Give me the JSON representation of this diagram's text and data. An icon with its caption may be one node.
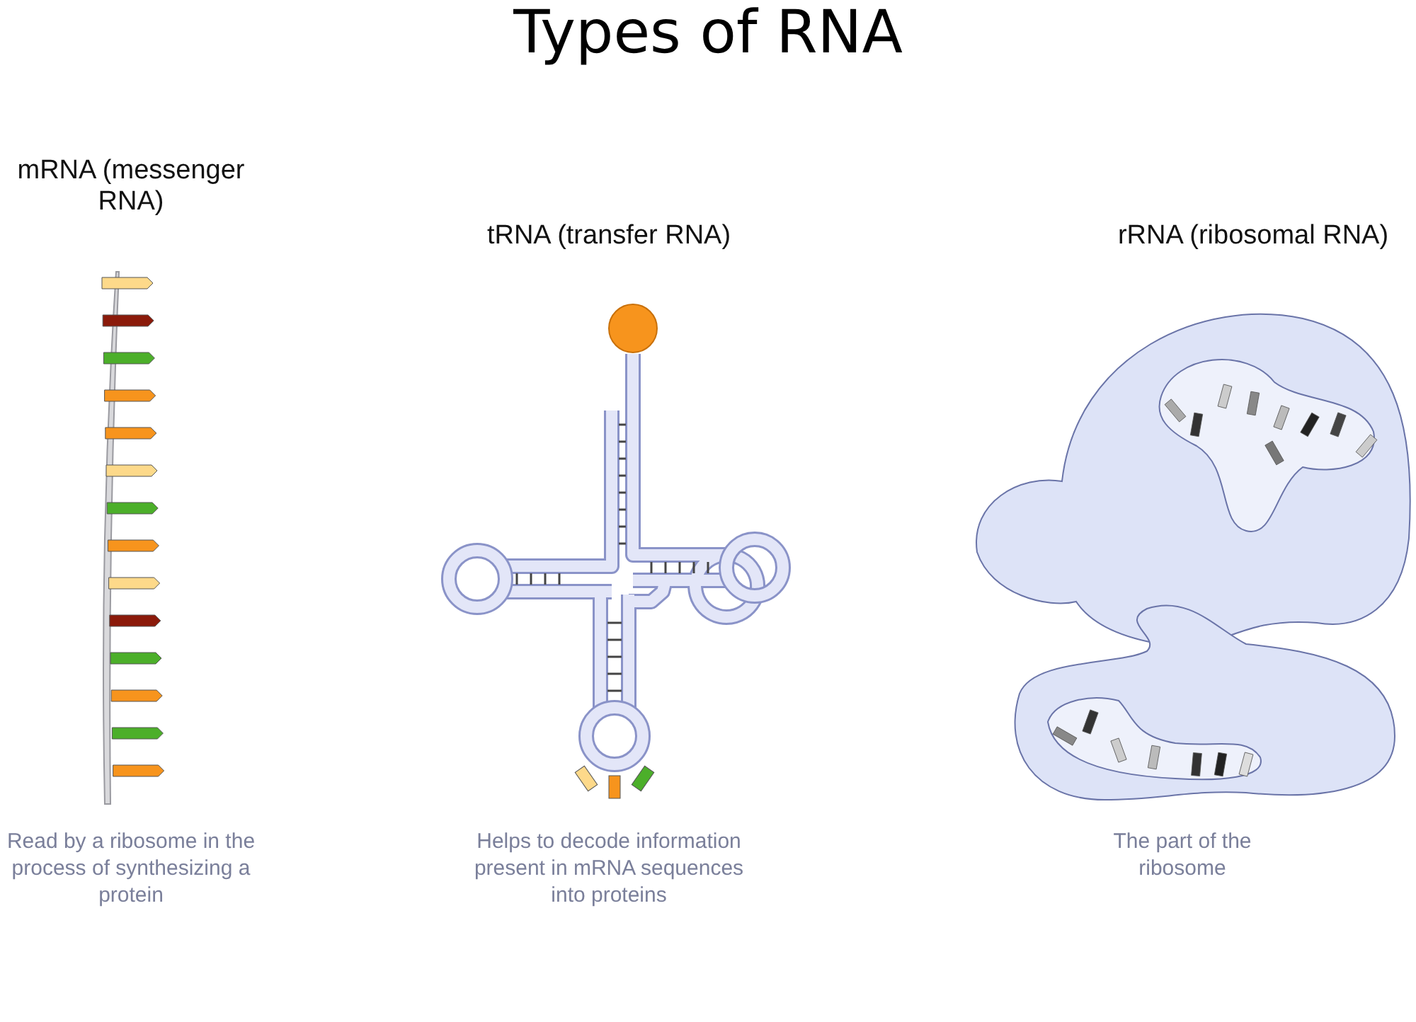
{
  "diagram": {
    "title": "Types of RNA",
    "labels": [
      "mRNA (messenger RNA)",
      "tRNA (transfer RNA)",
      "rRNA (ribosomal RNA)",
      "Read by a ribosome in the process of synthesizing a protein",
      "Helps to decode information present in mRNA sequences into proteins",
      "The part of the ribosome"
    ]
  }
}
